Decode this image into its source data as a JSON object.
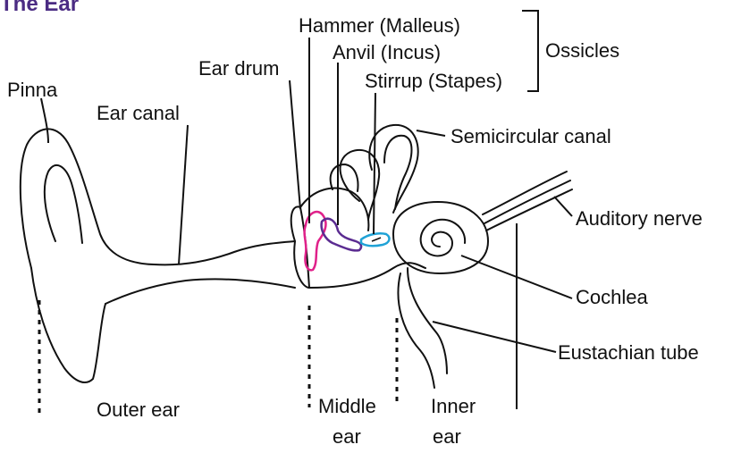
{
  "title": "The Ear",
  "labels": {
    "pinna": "Pinna",
    "ear_canal": "Ear canal",
    "ear_drum": "Ear drum",
    "hammer": "Hammer (Malleus)",
    "anvil": "Anvil (Incus)",
    "stirrup": "Stirrup (Stapes)",
    "ossicles": "Ossicles",
    "semicircular_canal": "Semicircular canal",
    "auditory_nerve": "Auditory nerve",
    "cochlea": "Cochlea",
    "eustachian_tube": "Eustachian tube"
  },
  "regions": {
    "outer_ear": "Outer ear",
    "middle_ear_line1": "Middle",
    "middle_ear_line2": "ear",
    "inner_ear_line1": "Inner",
    "inner_ear_line2": "ear"
  },
  "colors": {
    "title": "#4B2C83",
    "hammer": "#E0218A",
    "anvil": "#5B2C91",
    "stirrup": "#1FA2D6",
    "ink": "#111111"
  }
}
